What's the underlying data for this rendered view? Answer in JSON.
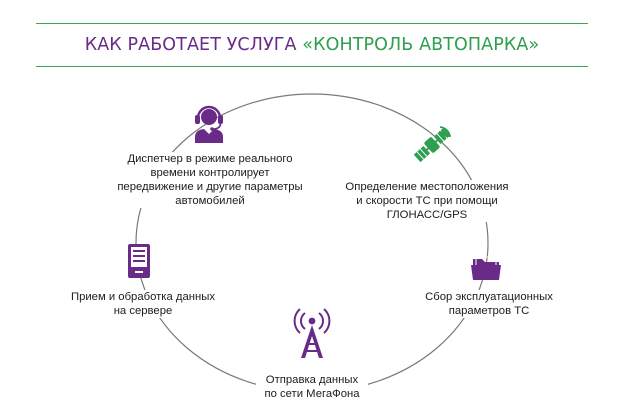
{
  "title": {
    "part1": "КАК РАБОТАЕТ УСЛУГА ",
    "part2": "«КОНТРОЛЬ АВТОПАРКА»"
  },
  "colors": {
    "purple": "#6a2a88",
    "green": "#2e9e4f",
    "line": "#3aa65a",
    "circle": "#7a7a7a"
  },
  "steps": [
    {
      "icon": "operator-headset-icon",
      "text": "Диспетчер в режиме реального\nвремени контролирует\nпередвижение и другие параметры\nавтомобилей"
    },
    {
      "icon": "satellite-icon",
      "text": "Определение местоположения\nи скорости ТС при помощи\nГЛОНАСС/GPS"
    },
    {
      "icon": "folder-icon",
      "text": "Сбор эксплуатационных\nпараметров ТС"
    },
    {
      "icon": "radio-tower-icon",
      "text": "Отправка данных\nпо сети МегаФона"
    },
    {
      "icon": "server-icon",
      "text": "Прием и обработка данных\nна сервере"
    }
  ]
}
